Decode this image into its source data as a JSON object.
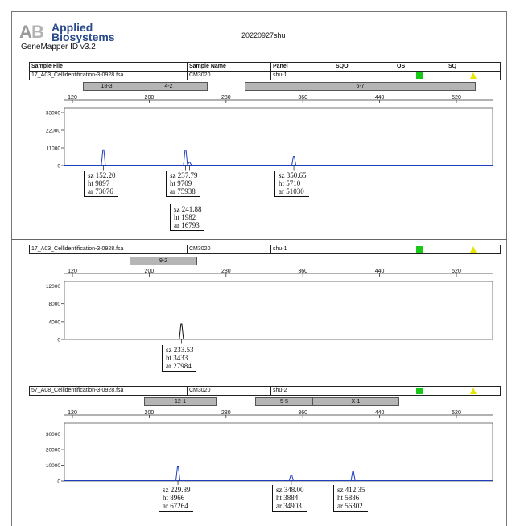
{
  "header": {
    "brand_line1": "Applied",
    "brand_line2": "Biosystems",
    "version": "GeneMapper ID v3.2",
    "doc_title": "20220927shu"
  },
  "columns": [
    "Sample File",
    "Sample Name",
    "Panel",
    "SQO",
    "OS",
    "SQ"
  ],
  "colors": {
    "trace": "#1f3fbf",
    "bin": "#b5b5b5",
    "os": "#17c817",
    "sq": "#e6e600",
    "peak_black": "#111111"
  },
  "panels": [
    {
      "id": "panel-1",
      "sample_file": "17_A03_Cellidentification-3-0928.fsa",
      "sample_name": "CM3020",
      "panel": "shu-1",
      "bins": [
        {
          "label": "18-3",
          "from": 140,
          "to": 170
        },
        {
          "label": "4-2",
          "from": 170,
          "to": 252
        },
        {
          "label": "6-7",
          "from": 302,
          "to": 542
        }
      ]
    },
    {
      "id": "panel-2",
      "sample_file": "17_A03_Cellidentification-3-0928.fsa",
      "sample_name": "CM3020",
      "panel": "shu-1",
      "bins": [
        {
          "label": "9-2",
          "from": 181,
          "to": 252
        }
      ]
    },
    {
      "id": "panel-3",
      "sample_file": "57_A08_Cellidentification-3-0928.fsa",
      "sample_name": "CM3020",
      "panel": "shu-2",
      "bins": [
        {
          "label": "12-1",
          "from": 196,
          "to": 270
        },
        {
          "label": "5-5",
          "from": 315,
          "to": 360
        },
        {
          "label": "X-1",
          "from": 360,
          "to": 450
        }
      ]
    }
  ],
  "chart_data": [
    {
      "type": "line",
      "panel": "panel-1",
      "xlim": [
        100,
        560
      ],
      "xticks": [
        120,
        200,
        280,
        360,
        440,
        520
      ],
      "ylim": [
        0,
        36000
      ],
      "yticks": [
        0,
        11000,
        22000,
        33000
      ],
      "peaks": [
        {
          "x": 152.2,
          "height": 9897,
          "sz": "sz 152.20",
          "ht": "ht 9897",
          "ar": "ar 73076"
        },
        {
          "x": 237.79,
          "height": 9709,
          "sz": "sz 237.79",
          "ht": "ht 9709",
          "ar": "ar 75938"
        },
        {
          "x": 241.88,
          "height": 1982,
          "sz": "sz 241.88",
          "ht": "ht 1982",
          "ar": "ar 16793"
        },
        {
          "x": 350.65,
          "height": 5710,
          "sz": "sz 350.65",
          "ht": "ht 5710",
          "ar": "ar 51030"
        }
      ]
    },
    {
      "type": "line",
      "panel": "panel-2",
      "xlim": [
        100,
        560
      ],
      "xticks": [
        120,
        200,
        280,
        360,
        440,
        520
      ],
      "ylim": [
        0,
        13000
      ],
      "yticks": [
        0,
        4000,
        8000,
        12000
      ],
      "peaks": [
        {
          "x": 233.53,
          "height": 3433,
          "sz": "sz 233.53",
          "ht": "ht 3433",
          "ar": "ar 27984"
        }
      ]
    },
    {
      "type": "line",
      "panel": "panel-3",
      "xlim": [
        100,
        560
      ],
      "xticks": [
        120,
        200,
        280,
        360,
        440,
        520
      ],
      "ylim": [
        0,
        37000
      ],
      "yticks": [
        0,
        10000,
        20000,
        30000
      ],
      "peaks": [
        {
          "x": 229.89,
          "height": 8966,
          "sz": "sz 229.89",
          "ht": "ht 8966",
          "ar": "ar 67264"
        },
        {
          "x": 348.0,
          "height": 3884,
          "sz": "sz 348.00",
          "ht": "ht 3884",
          "ar": "ar 34903"
        },
        {
          "x": 412.35,
          "height": 5886,
          "sz": "sz 412.35",
          "ht": "ht 5886",
          "ar": "ar 56302"
        }
      ]
    }
  ]
}
